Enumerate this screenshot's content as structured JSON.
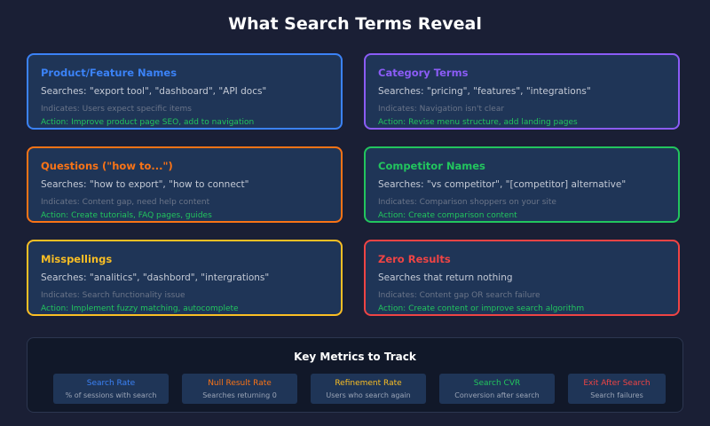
{
  "title": "What Search Terms Reveal",
  "cards": [
    {
      "title": "Product/Feature Names",
      "searches": "Searches: \"export tool\", \"dashboard\", \"API docs\"",
      "indicates": "Indicates: Users expect specific items",
      "action": "Action: Improve product page SEO, add to navigation",
      "color": "#3b82f6"
    },
    {
      "title": "Category Terms",
      "searches": "Searches: \"pricing\", \"features\", \"integrations\"",
      "indicates": "Indicates: Navigation isn't clear",
      "action": "Action: Revise menu structure, add landing pages",
      "color": "#8b5cf6"
    },
    {
      "title": "Questions (\"how to...\")",
      "searches": "Searches: \"how to export\", \"how to connect\"",
      "indicates": "Indicates: Content gap, need help content",
      "action": "Action: Create tutorials, FAQ pages, guides",
      "color": "#f97316"
    },
    {
      "title": "Competitor Names",
      "searches": "Searches: \"vs competitor\", \"[competitor] alternative\"",
      "indicates": "Indicates: Comparison shoppers on your site",
      "action": "Action: Create comparison content",
      "color": "#22c55e"
    },
    {
      "title": "Misspellings",
      "searches": "Searches: \"analitics\", \"dashbord\", \"intergrations\"",
      "indicates": "Indicates: Search functionality issue",
      "action": "Action: Implement fuzzy matching, autocomplete",
      "color": "#fbbf24"
    },
    {
      "title": "Zero Results",
      "searches": "Searches that return nothing",
      "indicates": "Indicates: Content gap OR search failure",
      "action": "Action: Create content or improve search algorithm",
      "color": "#ef4444"
    }
  ],
  "metrics": {
    "title": "Key Metrics to Track",
    "items": [
      {
        "label": "Search Rate",
        "desc": "% of sessions with search",
        "color": "#3b82f6"
      },
      {
        "label": "Null Result Rate",
        "desc": "Searches returning 0",
        "color": "#f97316"
      },
      {
        "label": "Refinement Rate",
        "desc": "Users who search again",
        "color": "#fbbf24"
      },
      {
        "label": "Search CVR",
        "desc": "Conversion after search",
        "color": "#22c55e"
      },
      {
        "label": "Exit After Search",
        "desc": "Search failures",
        "color": "#ef4444"
      }
    ]
  }
}
